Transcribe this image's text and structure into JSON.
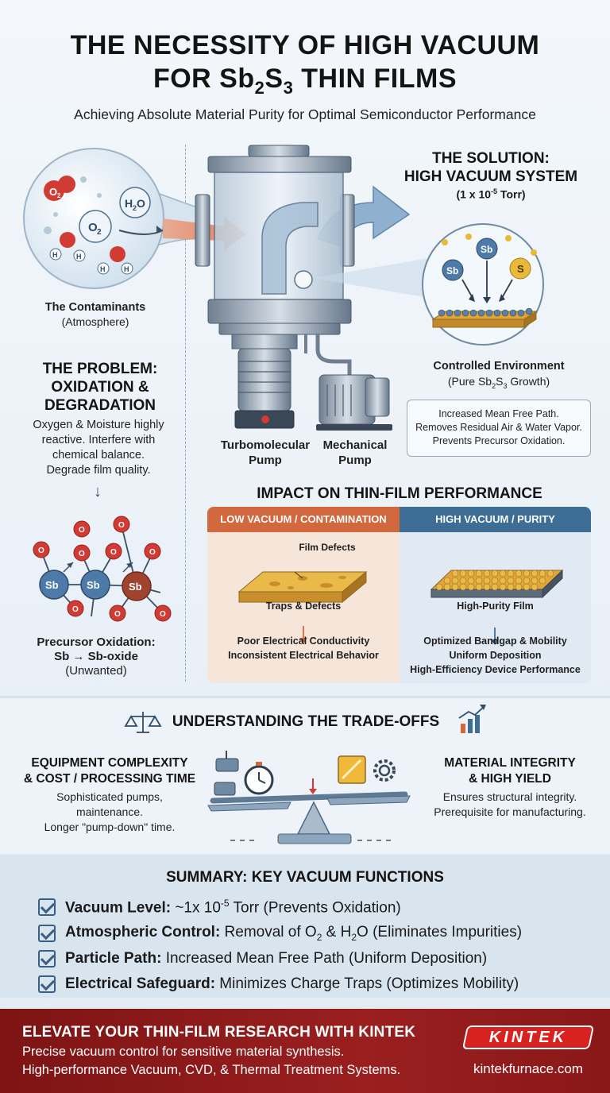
{
  "header": {
    "title_line1": "THE NECESSITY OF HIGH VACUUM",
    "title_line2_prefix": "FOR Sb",
    "title_line2_sub1": "2",
    "title_line2_mid": "S",
    "title_line2_sub2": "3",
    "title_line2_suffix": " THIN FILMS",
    "subtitle": "Achieving Absolute Material Purity for Optimal Semiconductor Performance"
  },
  "contaminants": {
    "label": "The Contaminants",
    "sublabel": "(Atmosphere)",
    "molecule_o2": "O",
    "molecule_o2_sub": "2",
    "molecule_h2o_h": "H",
    "molecule_h2o_sub": "2",
    "molecule_h2o_o": "O",
    "atom_h": "H"
  },
  "solution": {
    "title_line1": "THE SOLUTION:",
    "title_line2": "HIGH VACUUM SYSTEM",
    "pressure_prefix": "(1 x 10",
    "pressure_exp": "-5",
    "pressure_suffix": " Torr)",
    "atom_sb": "Sb",
    "atom_s": "S",
    "env_label": "Controlled Environment",
    "env_sub_prefix": "(Pure Sb",
    "env_sub_s1": "2",
    "env_sub_mid": "S",
    "env_sub_s2": "3",
    "env_sub_suffix": " Growth)",
    "benefits": [
      "Increased Mean Free Path.",
      "Removes Residual Air & Water Vapor.",
      "Prevents Precursor Oxidation."
    ]
  },
  "problem": {
    "title_line1": "THE PROBLEM:",
    "title_line2": "OXIDATION &",
    "title_line3": "DEGRADATION",
    "text_lines": [
      "Oxygen & Moisture highly",
      "reactive. Interfere with",
      "chemical balance.",
      "Degrade film quality."
    ],
    "atom_sb": "Sb",
    "atom_o": "O",
    "oxidation_title": "Precursor Oxidation:",
    "oxidation_formula": "Sb → Sb-oxide",
    "oxidation_note": "(Unwanted)"
  },
  "pumps": {
    "turbo_line1": "Turbomolecular",
    "turbo_line2": "Pump",
    "mech_line1": "Mechanical",
    "mech_line2": "Pump"
  },
  "impact": {
    "title": "IMPACT ON THIN-FILM PERFORMANCE",
    "low": {
      "header": "LOW VACUUM / CONTAMINATION",
      "defect_label": "Film Defects",
      "traps": "Traps & Defects",
      "results": [
        "Poor Electrical Conductivity",
        "Inconsistent Electrical Behavior"
      ]
    },
    "high": {
      "header": "HIGH VACUUM / PURITY",
      "film_label": "High-Purity Film",
      "results": [
        "Optimized Bandgap & Mobility",
        "Uniform Deposition",
        "High-Efficiency Device Performance"
      ]
    }
  },
  "tradeoffs": {
    "title": "UNDERSTANDING THE TRADE-OFFS",
    "left_title_line1": "EQUIPMENT COMPLEXITY",
    "left_title_line2": "& COST / PROCESSING TIME",
    "left_text": [
      "Sophisticated pumps,",
      "maintenance.",
      "Longer \"pump-down\" time."
    ],
    "right_title_line1": "MATERIAL INTEGRITY",
    "right_title_line2": "& HIGH YIELD",
    "right_text": [
      "Ensures structural integrity.",
      "Prerequisite for manufacturing."
    ]
  },
  "summary": {
    "title": "SUMMARY: KEY VACUUM FUNCTIONS",
    "items": [
      {
        "label": "Vacuum Level:",
        "text": " ~1x 10",
        "sup": "-5",
        "text2": " Torr (Prevents Oxidation)"
      },
      {
        "label": "Atmospheric Control:",
        "text": " Removal of O",
        "sub": "2",
        "text2": " & H",
        "sub2": "2",
        "text3": "O (Eliminates Impurities)"
      },
      {
        "label": "Particle Path:",
        "text": " Increased Mean Free Path (Uniform Deposition)"
      },
      {
        "label": "Electrical Safeguard:",
        "text": " Minimizes Charge Traps (Optimizes Mobility)"
      }
    ]
  },
  "footer": {
    "headline": "ELEVATE YOUR THIN-FILM RESEARCH WITH KINTEK",
    "line1": "Precise vacuum control for sensitive material synthesis.",
    "line2": "High-performance Vacuum, CVD, & Thermal Treatment Systems.",
    "logo": "KINTEK",
    "website": "kintekfurnace.com"
  },
  "colors": {
    "accent_blue": "#3e6d96",
    "accent_orange": "#d2693e",
    "footer_red": "#8a1818",
    "logo_red": "#d8221f",
    "oxygen_red": "#d23b33",
    "antimony_blue": "#4d7aa8",
    "sulfur_yellow": "#e9b93a"
  }
}
